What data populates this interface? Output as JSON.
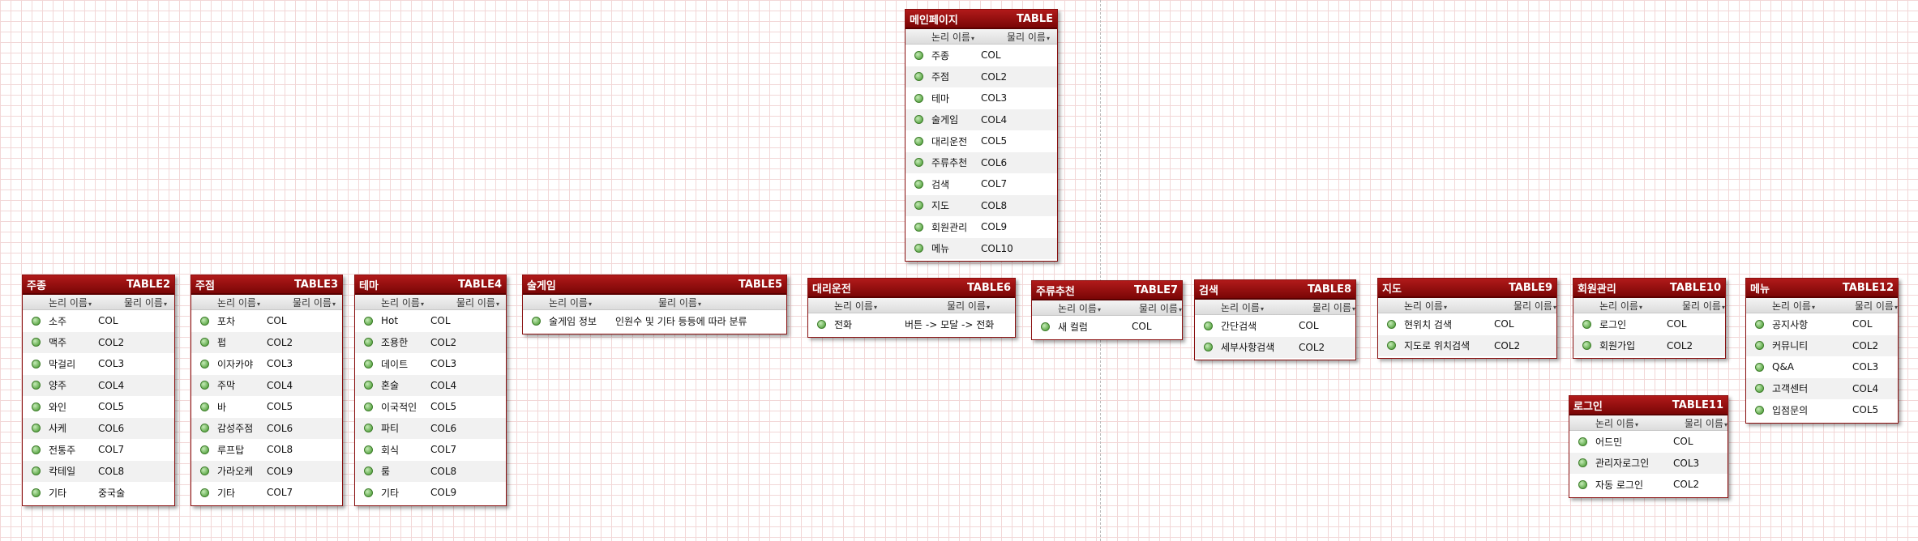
{
  "column_headers": {
    "logical": "논리 이름",
    "physical": "물리 이름",
    "sort_icon": "chevron-down-icon"
  },
  "entities": [
    {
      "name": "메인페이지",
      "table": "TABLE",
      "rows": [
        {
          "logical": "주종",
          "physical": "COL"
        },
        {
          "logical": "주점",
          "physical": "COL2"
        },
        {
          "logical": "테마",
          "physical": "COL3"
        },
        {
          "logical": "술게임",
          "physical": "COL4"
        },
        {
          "logical": "대리운전",
          "physical": "COL5"
        },
        {
          "logical": "주류추천",
          "physical": "COL6"
        },
        {
          "logical": "검색",
          "physical": "COL7"
        },
        {
          "logical": "지도",
          "physical": "COL8"
        },
        {
          "logical": "회원관리",
          "physical": "COL9"
        },
        {
          "logical": "메뉴",
          "physical": "COL10"
        }
      ]
    },
    {
      "name": "주종",
      "table": "TABLE2",
      "rows": [
        {
          "logical": "소주",
          "physical": "COL"
        },
        {
          "logical": "맥주",
          "physical": "COL2"
        },
        {
          "logical": "막걸리",
          "physical": "COL3"
        },
        {
          "logical": "양주",
          "physical": "COL4"
        },
        {
          "logical": "와인",
          "physical": "COL5"
        },
        {
          "logical": "사케",
          "physical": "COL6"
        },
        {
          "logical": "전통주",
          "physical": "COL7"
        },
        {
          "logical": "칵테일",
          "physical": "COL8"
        },
        {
          "logical": "기타",
          "physical": "중국술"
        }
      ]
    },
    {
      "name": "주점",
      "table": "TABLE3",
      "rows": [
        {
          "logical": "포차",
          "physical": "COL"
        },
        {
          "logical": "펍",
          "physical": "COL2"
        },
        {
          "logical": "이자카야",
          "physical": "COL3"
        },
        {
          "logical": "주막",
          "physical": "COL4"
        },
        {
          "logical": "바",
          "physical": "COL5"
        },
        {
          "logical": "감성주점",
          "physical": "COL6"
        },
        {
          "logical": "루프탑",
          "physical": "COL8"
        },
        {
          "logical": "가라오케",
          "physical": "COL9"
        },
        {
          "logical": "기타",
          "physical": "COL7"
        }
      ]
    },
    {
      "name": "테마",
      "table": "TABLE4",
      "rows": [
        {
          "logical": "Hot",
          "physical": "COL"
        },
        {
          "logical": "조용한",
          "physical": "COL2"
        },
        {
          "logical": "데이트",
          "physical": "COL3"
        },
        {
          "logical": "혼술",
          "physical": "COL4"
        },
        {
          "logical": "이국적인",
          "physical": "COL5"
        },
        {
          "logical": "파티",
          "physical": "COL6"
        },
        {
          "logical": "회식",
          "physical": "COL7"
        },
        {
          "logical": "룸",
          "physical": "COL8"
        },
        {
          "logical": "기타",
          "physical": "COL9"
        }
      ]
    },
    {
      "name": "술게임",
      "table": "TABLE5",
      "rows": [
        {
          "logical": "술게임 정보",
          "physical": "인원수 및 기타 등등에 따라 분류"
        }
      ]
    },
    {
      "name": "대리운전",
      "table": "TABLE6",
      "rows": [
        {
          "logical": "전화",
          "physical": "버튼 -> 모달 -> 전화"
        }
      ]
    },
    {
      "name": "주류추천",
      "table": "TABLE7",
      "rows": [
        {
          "logical": "새 컬럼",
          "physical": "COL"
        }
      ]
    },
    {
      "name": "검색",
      "table": "TABLE8",
      "rows": [
        {
          "logical": "간단검색",
          "physical": "COL"
        },
        {
          "logical": "세부사항검색",
          "physical": "COL2"
        }
      ]
    },
    {
      "name": "지도",
      "table": "TABLE9",
      "rows": [
        {
          "logical": "현위치 검색",
          "physical": "COL"
        },
        {
          "logical": "지도로 위치검색",
          "physical": "COL2"
        }
      ]
    },
    {
      "name": "회원관리",
      "table": "TABLE10",
      "rows": [
        {
          "logical": "로그인",
          "physical": "COL"
        },
        {
          "logical": "회원가입",
          "physical": "COL2"
        }
      ]
    },
    {
      "name": "메뉴",
      "table": "TABLE12",
      "rows": [
        {
          "logical": "공지사항",
          "physical": "COL"
        },
        {
          "logical": "커뮤니티",
          "physical": "COL2"
        },
        {
          "logical": "Q&A",
          "physical": "COL3"
        },
        {
          "logical": "고객센터",
          "physical": "COL4"
        },
        {
          "logical": "입점문의",
          "physical": "COL5"
        }
      ]
    },
    {
      "name": "로그인",
      "table": "TABLE11",
      "rows": [
        {
          "logical": "어드민",
          "physical": "COL"
        },
        {
          "logical": "관리자로그인",
          "physical": "COL3"
        },
        {
          "logical": "자동 로그인",
          "physical": "COL2"
        }
      ]
    }
  ]
}
